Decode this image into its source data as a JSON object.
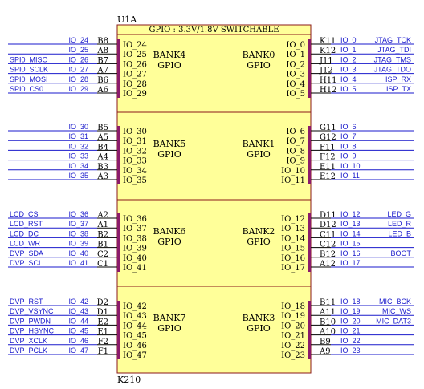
{
  "component": {
    "ref": "U1A",
    "title": "GPIO : 3.3V/1.8V SWITCHABLE",
    "part": "K210"
  },
  "colors": {
    "body_fill": "#ffff99",
    "body_stroke": "#8b1a1a",
    "net": "#1a1acc",
    "marker": "#8b1a6b",
    "wire": "#1a1acc"
  },
  "banks": [
    {
      "name": "BANK4",
      "type": "GPIO",
      "side": "left",
      "pins": [
        {
          "io": "IO_24",
          "num": "B8",
          "net": "IO_24",
          "label": ""
        },
        {
          "io": "IO_25",
          "num": "A8",
          "net": "IO_25",
          "label": ""
        },
        {
          "io": "IO_26",
          "num": "B7",
          "net": "IO_26",
          "label": "SPI0_MISO"
        },
        {
          "io": "IO_27",
          "num": "A7",
          "net": "IO_27",
          "label": "SPI0_SCLK"
        },
        {
          "io": "IO_28",
          "num": "B6",
          "net": "IO_28",
          "label": "SPI0_MOSI"
        },
        {
          "io": "IO_29",
          "num": "A6",
          "net": "IO_29",
          "label": "SPI0_CS0"
        }
      ]
    },
    {
      "name": "BANK0",
      "type": "GPIO",
      "side": "right",
      "pins": [
        {
          "io": "IO_0",
          "num": "K11",
          "net": "IO_0",
          "label": "JTAG_TCK"
        },
        {
          "io": "IO_1",
          "num": "K12",
          "net": "IO_1",
          "label": "JTAG_TDI"
        },
        {
          "io": "IO_2",
          "num": "J11",
          "net": "IO_2",
          "label": "JTAG_TMS"
        },
        {
          "io": "IO_3",
          "num": "J12",
          "net": "IO_3",
          "label": "JTAG_TDO"
        },
        {
          "io": "IO_4",
          "num": "H11",
          "net": "IO_4",
          "label": "ISP_RX"
        },
        {
          "io": "IO_5",
          "num": "H12",
          "net": "IO_5",
          "label": "ISP_TX"
        }
      ]
    },
    {
      "name": "BANK5",
      "type": "GPIO",
      "side": "left",
      "pins": [
        {
          "io": "IO_30",
          "num": "B5",
          "net": "IO_30",
          "label": ""
        },
        {
          "io": "IO_31",
          "num": "A5",
          "net": "IO_31",
          "label": ""
        },
        {
          "io": "IO_32",
          "num": "B4",
          "net": "IO_32",
          "label": ""
        },
        {
          "io": "IO_33",
          "num": "A4",
          "net": "IO_33",
          "label": ""
        },
        {
          "io": "IO_34",
          "num": "B3",
          "net": "IO_34",
          "label": ""
        },
        {
          "io": "IO_35",
          "num": "A3",
          "net": "IO_35",
          "label": ""
        }
      ]
    },
    {
      "name": "BANK1",
      "type": "GPIO",
      "side": "right",
      "pins": [
        {
          "io": "IO_6",
          "num": "G11",
          "net": "IO_6",
          "label": ""
        },
        {
          "io": "IO_7",
          "num": "G12",
          "net": "IO_7",
          "label": ""
        },
        {
          "io": "IO_8",
          "num": "F11",
          "net": "IO_8",
          "label": ""
        },
        {
          "io": "IO_9",
          "num": "F12",
          "net": "IO_9",
          "label": ""
        },
        {
          "io": "IO_10",
          "num": "E11",
          "net": "IO_10",
          "label": ""
        },
        {
          "io": "IO_11",
          "num": "E12",
          "net": "IO_11",
          "label": ""
        }
      ]
    },
    {
      "name": "BANK6",
      "type": "GPIO",
      "side": "left",
      "pins": [
        {
          "io": "IO_36",
          "num": "A2",
          "net": "IO_36",
          "label": "LCD_CS"
        },
        {
          "io": "IO_37",
          "num": "A1",
          "net": "IO_37",
          "label": "LCD_RST"
        },
        {
          "io": "IO_38",
          "num": "B2",
          "net": "IO_38",
          "label": "LCD_DC"
        },
        {
          "io": "IO_39",
          "num": "B1",
          "net": "IO_39",
          "label": "LCD_WR"
        },
        {
          "io": "IO_40",
          "num": "C2",
          "net": "IO_40",
          "label": "DVP_SDA"
        },
        {
          "io": "IO_41",
          "num": "C1",
          "net": "IO_41",
          "label": "DVP_SCL"
        }
      ]
    },
    {
      "name": "BANK2",
      "type": "GPIO",
      "side": "right",
      "pins": [
        {
          "io": "IO_12",
          "num": "D11",
          "net": "IO_12",
          "label": "LED_G"
        },
        {
          "io": "IO_13",
          "num": "D12",
          "net": "IO_13",
          "label": "LED_R"
        },
        {
          "io": "IO_14",
          "num": "C11",
          "net": "IO_14",
          "label": "LED_B"
        },
        {
          "io": "IO_15",
          "num": "C12",
          "net": "IO_15",
          "label": ""
        },
        {
          "io": "IO_16",
          "num": "B12",
          "net": "IO_16",
          "label": "BOOT"
        },
        {
          "io": "IO_17",
          "num": "A12",
          "net": "IO_17",
          "label": ""
        }
      ]
    },
    {
      "name": "BANK7",
      "type": "GPIO",
      "side": "left",
      "pins": [
        {
          "io": "IO_42",
          "num": "D2",
          "net": "IO_42",
          "label": "DVP_RST"
        },
        {
          "io": "IO_43",
          "num": "D1",
          "net": "IO_43",
          "label": "DVP_VSYNC"
        },
        {
          "io": "IO_44",
          "num": "E2",
          "net": "IO_44",
          "label": "DVP_PWDN"
        },
        {
          "io": "IO_45",
          "num": "E1",
          "net": "IO_45",
          "label": "DVP_HSYNC"
        },
        {
          "io": "IO_46",
          "num": "F2",
          "net": "IO_46",
          "label": "DVP_XCLK"
        },
        {
          "io": "IO_47",
          "num": "F1",
          "net": "IO_47",
          "label": "DVP_PCLK"
        }
      ]
    },
    {
      "name": "BANK3",
      "type": "GPIO",
      "side": "right",
      "pins": [
        {
          "io": "IO_18",
          "num": "B11",
          "net": "IO_18",
          "label": "MIC_BCK"
        },
        {
          "io": "IO_19",
          "num": "A11",
          "net": "IO_19",
          "label": "MIC_WS"
        },
        {
          "io": "IO_20",
          "num": "B10",
          "net": "IO_20",
          "label": "MIC_DAT3"
        },
        {
          "io": "IO_21",
          "num": "A10",
          "net": "IO_21",
          "label": ""
        },
        {
          "io": "IO_22",
          "num": "B9",
          "net": "IO_22",
          "label": ""
        },
        {
          "io": "IO_23",
          "num": "A9",
          "net": "IO_23",
          "label": ""
        }
      ]
    }
  ]
}
